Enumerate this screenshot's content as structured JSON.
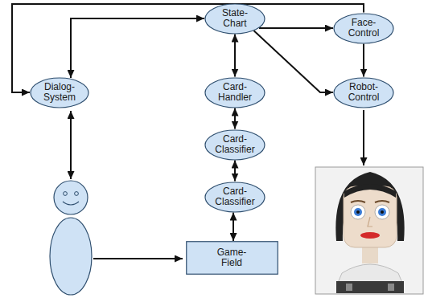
{
  "diagram": {
    "nodes": [
      {
        "text": [
          "State- Chart"
        ]
      },
      {
        "text": [
          "Face- Control"
        ]
      },
      {
        "text": [
          "Dialog- System"
        ]
      },
      {
        "text": [
          "Card- Handler"
        ]
      },
      {
        "text": [
          "Robot- Control"
        ]
      },
      {
        "text": [
          "Card- Classifier"
        ]
      },
      {
        "text": [
          "Card- Classifier"
        ]
      },
      {
        "text": [
          "Game- Field"
        ]
      }
    ],
    "edges": [
      {
        "from": 2,
        "to": 0,
        "arrow": "both"
      },
      {
        "from": 0,
        "to": 1,
        "arrow": "to"
      },
      {
        "from": 1,
        "to": 2,
        "arrow": "to"
      },
      {
        "from": 1,
        "to": 4,
        "arrow": "to"
      },
      {
        "from": 0,
        "to": 3,
        "arrow": "both"
      },
      {
        "from": 0,
        "to": 4,
        "arrow": "to"
      },
      {
        "from": 3,
        "to": 5,
        "arrow": "both"
      },
      {
        "from": 5,
        "to": 6,
        "arrow": "both"
      },
      {
        "from": 6,
        "to": 7,
        "arrow": "both"
      }
    ]
  }
}
